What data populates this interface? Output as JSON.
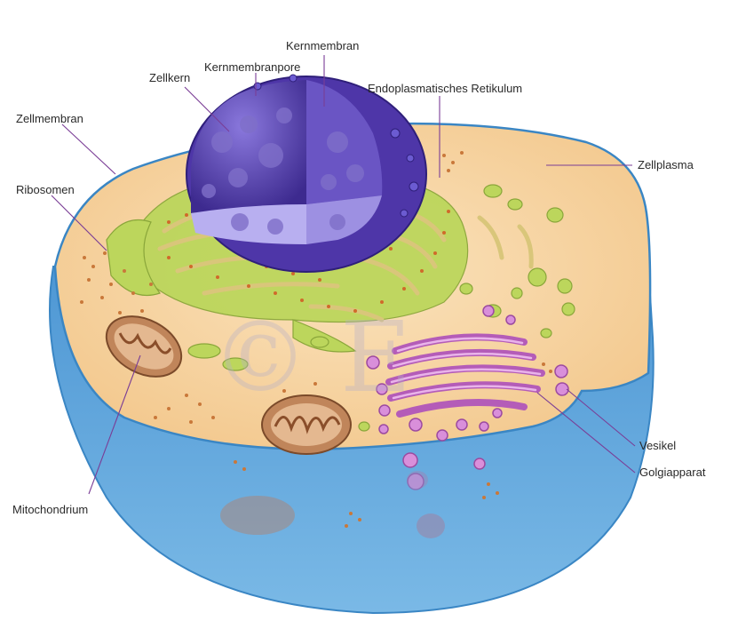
{
  "diagram": {
    "labels": {
      "kernmembran": "Kernmembran",
      "kernmembranpore": "Kernmembranpore",
      "zellkern": "Zellkern",
      "endoplasmatisches_retikulum": "Endoplasmatisches Retikulum",
      "zellmembran": "Zellmembran",
      "zellplasma": "Zellplasma",
      "ribosomen": "Ribosomen",
      "mitochondrium": "Mitochondrium",
      "vesikel": "Vesikel",
      "golgiapparat": "Golgiapparat"
    },
    "watermark": "© E",
    "colors": {
      "cytoplasm": "#f6d5a3",
      "membrane_side": "#5fa6dc",
      "nucleus": "#5b3fb3",
      "er": "#b9d35a",
      "golgi": "#c86ac8",
      "mitochondrion": "#b27045",
      "ribosome": "#c9783a"
    }
  }
}
